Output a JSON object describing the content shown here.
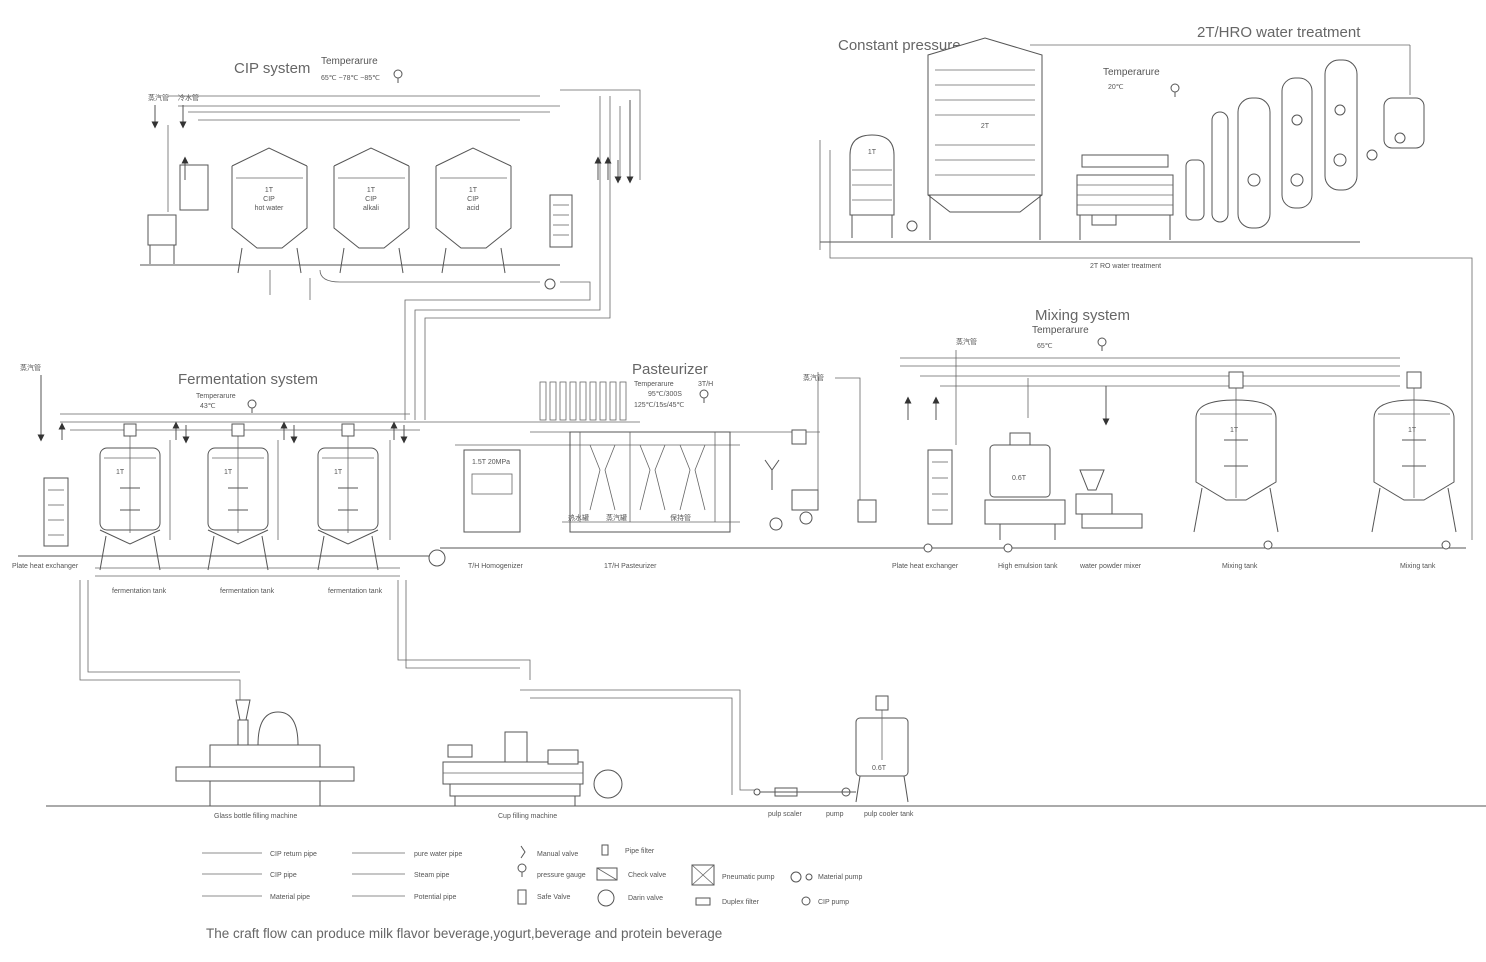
{
  "sections": {
    "cip": {
      "title": "CIP system",
      "temp_label": "Temperarure",
      "temp_value": "65℃ ~78℃ ~85℃"
    },
    "constant_pressure": {
      "title": "Constant pressure"
    },
    "water_treatment": {
      "title": "2T/HRO water treatment",
      "temp_label": "Temperarure",
      "temp_value": "20℃",
      "caption": "2T RO water treatment"
    },
    "mixing": {
      "title": "Mixing system",
      "temp_label": "Temperarure",
      "temp_value": "65℃"
    },
    "fermentation": {
      "title": "Fermentation system",
      "temp_label": "Temperarure",
      "temp_value": "43℃"
    },
    "pasteurizer": {
      "title": "Pasteurizer",
      "temp_label": "Temperarure",
      "temp_value": "95℃/300S",
      "temp_value2": "125℃/15s/45℃",
      "capacity": "3T/H"
    }
  },
  "tank_labels": {
    "cip_hot": [
      "1T",
      "CIP",
      "hot water"
    ],
    "cip_alkali": [
      "1T",
      "CIP",
      "alkali"
    ],
    "cip_acid": [
      "1T",
      "CIP",
      "acid"
    ],
    "water_small": "1T",
    "water_big": "2T",
    "ferment1": "1T",
    "ferment2": "1T",
    "ferment3": "1T",
    "emulsion": "0.6T",
    "mix1": "1T",
    "mix2": "1T",
    "pulp": "0.6T",
    "homog": "1.5T 20MPa"
  },
  "captions": {
    "plate_heat_1": "Plate heat exchanger",
    "ferm_tank_1": "fermentation tank",
    "ferm_tank_2": "fermentation tank",
    "ferm_tank_3": "fermentation tank",
    "homogenizer": "T/H Homogenizer",
    "pasteurizer": "1T/H Pasteurizer",
    "plate_heat_2": "Plate heat exchanger",
    "emulsion_tank": "High emulsion tank",
    "powder_mixer": "water powder mixer",
    "mixing_tank_1": "Mixing tank",
    "mixing_tank_2": "Mixing tank",
    "glass_filling": "Glass bottle filling machine",
    "cup_filling": "Cup filling machine",
    "pulp_scaler": "pulp scaler",
    "pump": "pump",
    "pulp_cooler": "pulp cooler tank"
  },
  "legend": {
    "cip_return": "CIP return pipe",
    "cip_pipe": "CIP pipe",
    "material_pipe": "Material pipe",
    "pure_water": "pure water pipe",
    "steam_pipe": "Steam pipe",
    "potential_pipe": "Potential pipe",
    "manual_valve": "Manual valve",
    "pressure_gauge": "pressure gauge",
    "safe_valve": "Safe Valve",
    "pipe_filter": "Pipe filter",
    "check_valve": "Check valve",
    "drain_valve": "Darin valve",
    "pneumatic_pump": "Pneumatic pump",
    "duplex_filter": "Duplex filter",
    "material_pump": "Material pump",
    "cip_pump": "CIP pump"
  },
  "footer": "The craft flow can produce milk flavor beverage,yogurt,beverage and protein beverage"
}
